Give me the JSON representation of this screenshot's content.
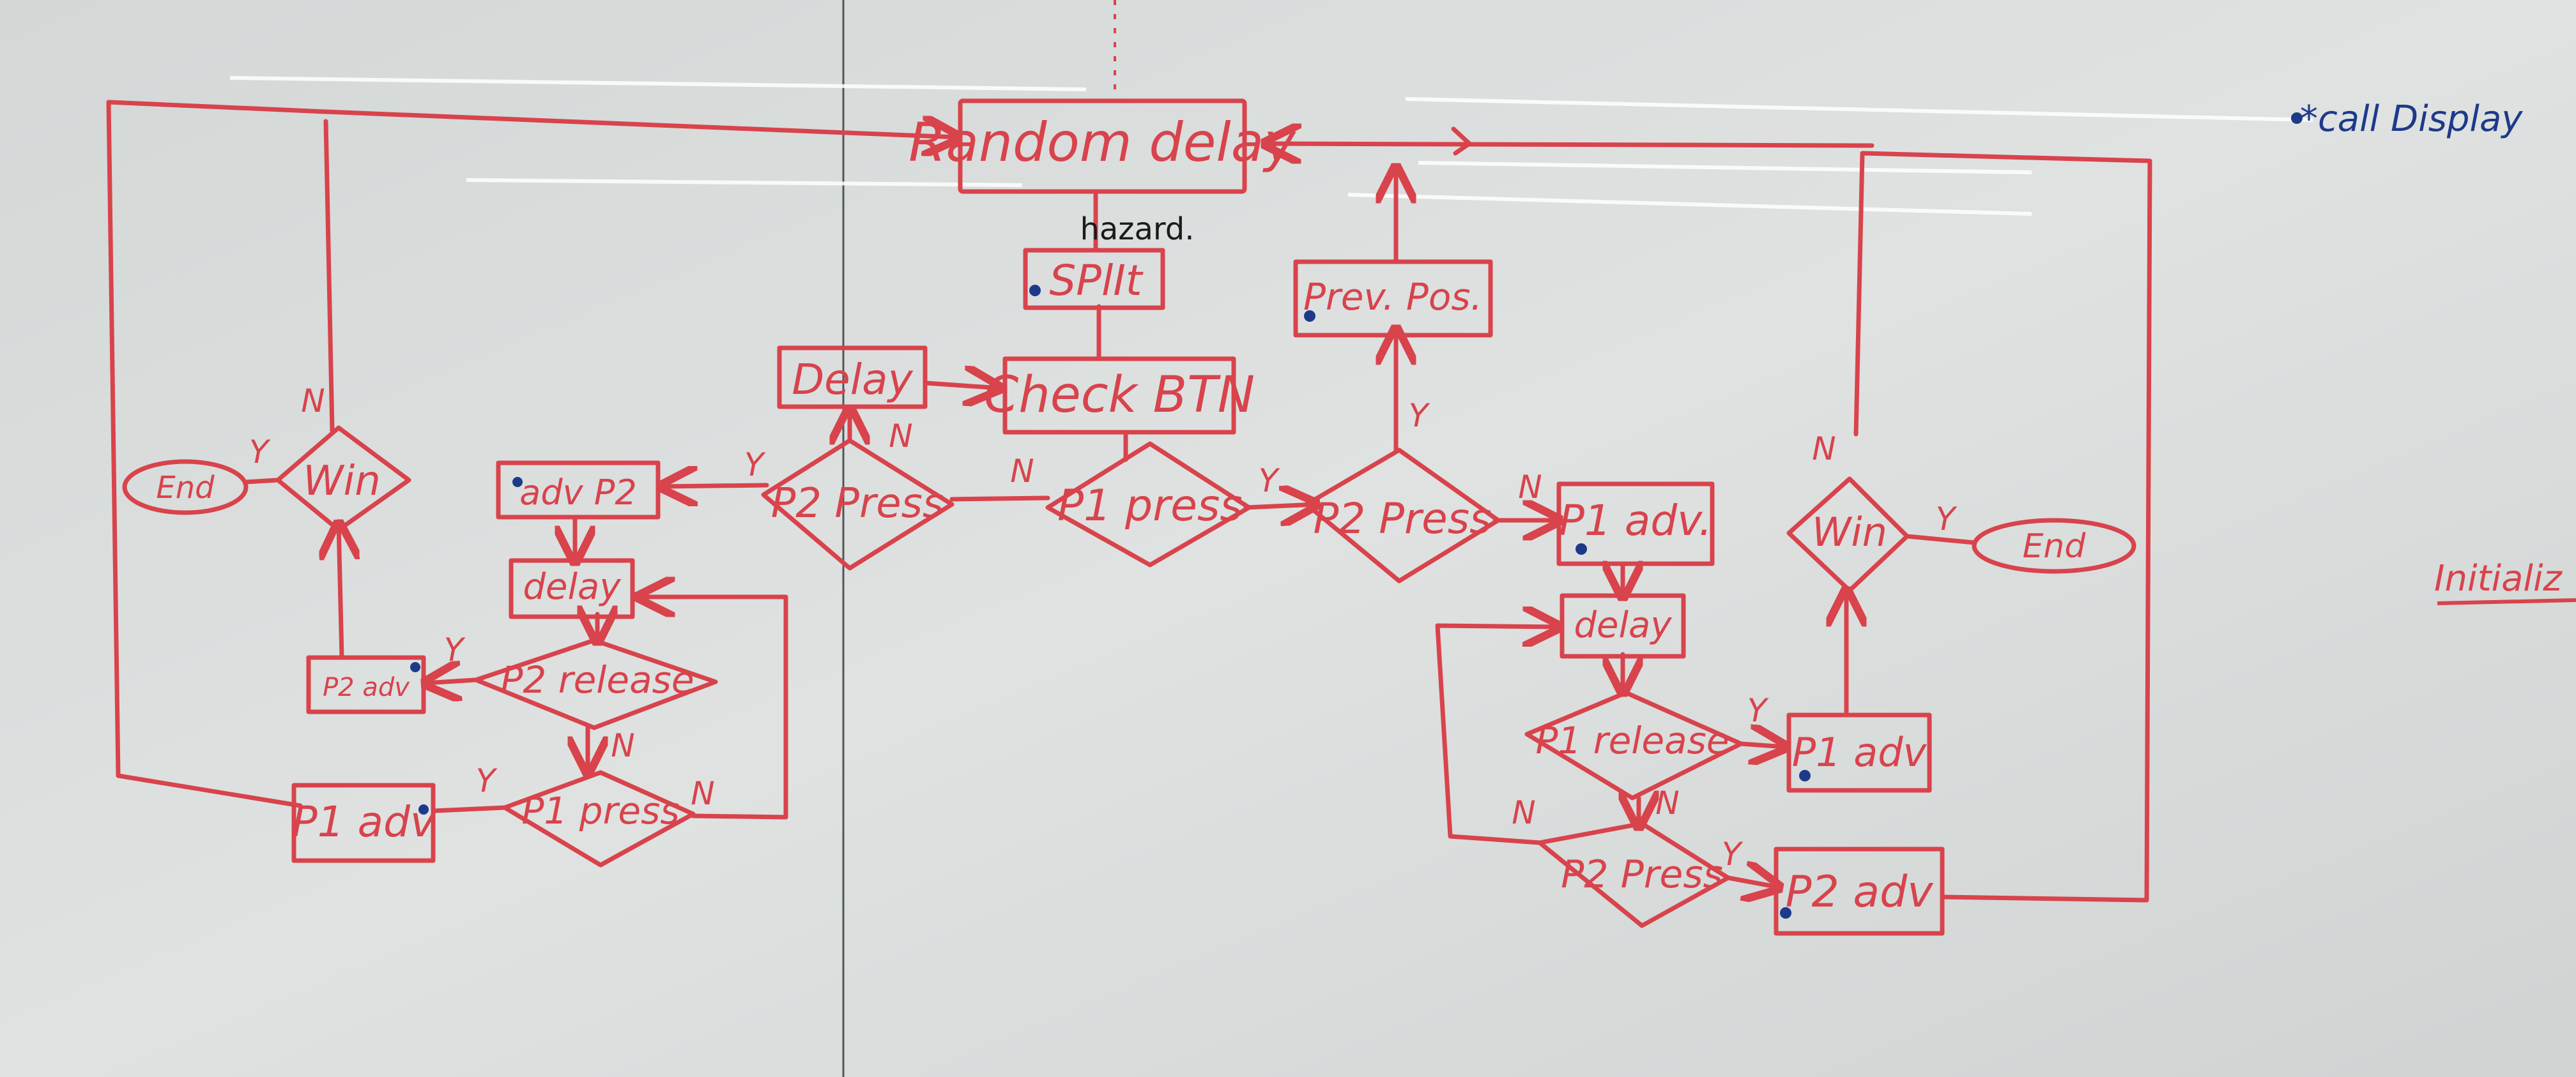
{
  "diagram": {
    "nodes": {
      "random_delay": "Random delay",
      "hazard_note": "hazard.",
      "split": "SPlIt",
      "check_btn": "Check BTN",
      "delay_top": "Delay",
      "p1_press_center": "P1 press",
      "p2_press_left": "P2 Press",
      "p2_press_right": "P2 Press",
      "prev_pos": "Prev. Pos.",
      "adv_p2_left": "adv P2",
      "delay_left": "delay",
      "p2_release": "P2 release",
      "p2_adv_small": "P2 adv",
      "p1_press_left": "P1 press",
      "p1_adv_left": "P1 adv",
      "win_left": "Win",
      "end_left": "End",
      "p1_adv_right": "P1 adv.",
      "delay_right": "delay",
      "p1_release": "P1 release",
      "p1_adv_right_small": "P1 adv",
      "p2_press_bottom": "P2 Press",
      "p2_adv_right": "P2 adv",
      "win_right": "Win",
      "end_right": "End"
    },
    "edge_labels": {
      "y": "Y",
      "n": "N"
    },
    "side_notes": {
      "call_display": "*call Display",
      "initializ": "Initializ"
    },
    "colors": {
      "board": "#d9dcdb",
      "marker_red": "#d8434c",
      "marker_black": "#1a1a1a",
      "marker_blue": "#1d3a8a"
    }
  }
}
